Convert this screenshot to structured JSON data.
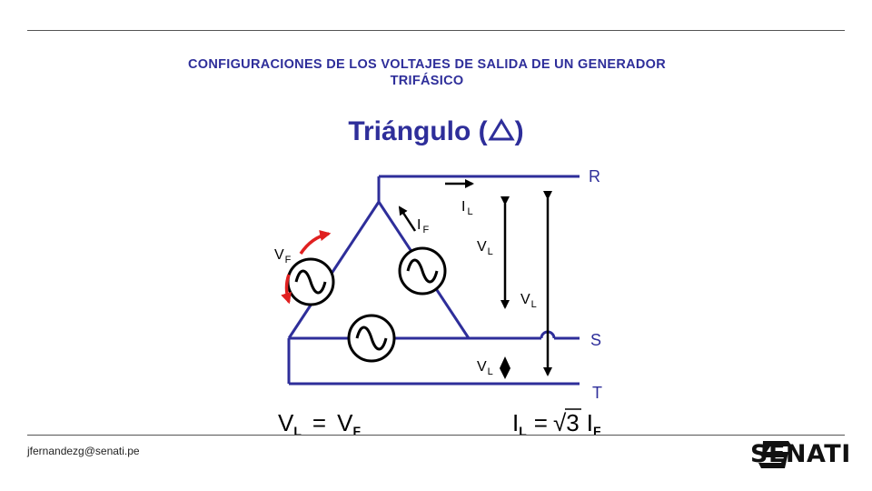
{
  "header": {
    "title_line1": "CONFIGURACIONES DE LOS VOLTAJES DE SALIDA DE UN GENERADOR",
    "title_line2": "TRIFÁSICO",
    "subtitle_text": "Triángulo (",
    "subtitle_close": ")"
  },
  "diagram": {
    "line_R": "R",
    "line_S": "S",
    "line_T": "T",
    "labels": {
      "IL_main": "I",
      "IL_sub": "L",
      "IF_main": "I",
      "IF_sub": "F",
      "VF_main": "V",
      "VF_sub": "F",
      "VL_main": "V",
      "VL_sub": "L"
    },
    "formula_left": {
      "lhs": "V",
      "lhs_sub": "L",
      "eq": "=",
      "rhs": "V",
      "rhs_sub": "F"
    },
    "formula_right": {
      "lhs": "I",
      "lhs_sub": "L",
      "eq": "=",
      "root": "√",
      "radicand": "3",
      "rhs": "I",
      "rhs_sub": "F"
    }
  },
  "footer": {
    "email": "jfernandezg@senati.pe",
    "logo_text": "SENATI"
  },
  "colors": {
    "wire": "#2e2e9a",
    "title": "#2e2e9a",
    "arrow_red": "#e02020",
    "black": "#000000"
  }
}
